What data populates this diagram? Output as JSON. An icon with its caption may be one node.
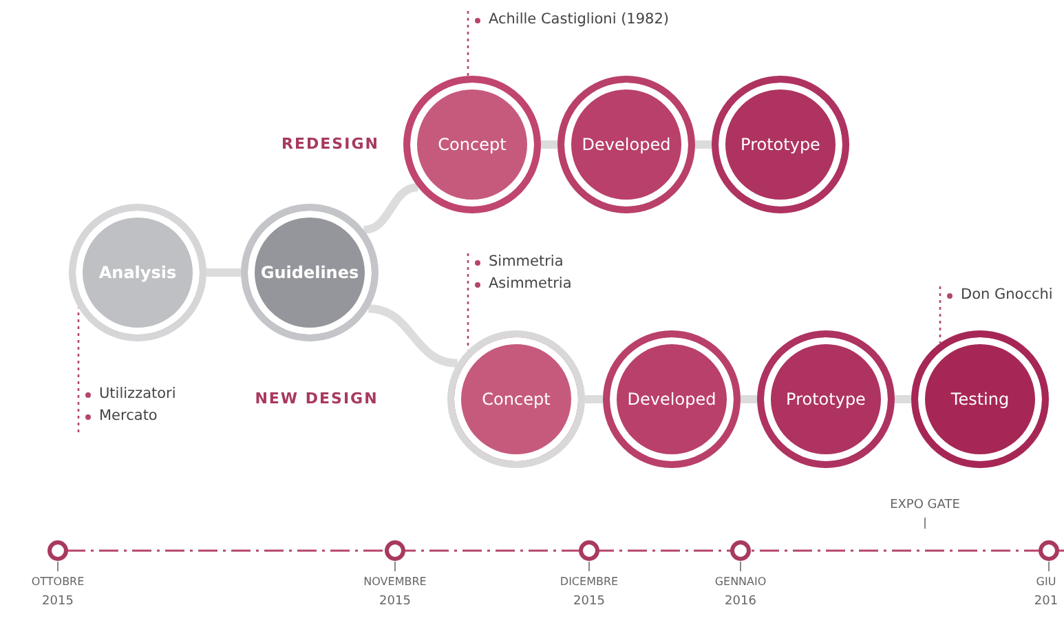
{
  "diagram": {
    "nodes": [
      {
        "text": [
          "Analysis"
        ]
      },
      {
        "text": [
          "Guidelines"
        ]
      },
      {
        "text": [
          "Concept"
        ]
      },
      {
        "text": [
          "Developed"
        ]
      },
      {
        "text": [
          "Prototype"
        ]
      },
      {
        "text": [
          "Concept"
        ]
      },
      {
        "text": [
          "Developed"
        ]
      },
      {
        "text": [
          "Prototype"
        ]
      },
      {
        "text": [
          "Testing"
        ]
      },
      {
        "text": [
          "Achille Castiglioni (1982)"
        ]
      },
      {
        "text": [
          "Simmetria",
          "Asimmetria"
        ]
      },
      {
        "text": [
          "Don Gnocchi"
        ]
      },
      {
        "text": [
          "Utilizzatori",
          "Mercato"
        ]
      }
    ],
    "edges": [
      {
        "from": 0,
        "to": 1,
        "arrow": "none"
      },
      {
        "from": 1,
        "to": 2,
        "arrow": "none"
      },
      {
        "from": 1,
        "to": 5,
        "arrow": "none"
      },
      {
        "from": 2,
        "to": 3,
        "arrow": "none"
      },
      {
        "from": 3,
        "to": 4,
        "arrow": "none"
      },
      {
        "from": 5,
        "to": 6,
        "arrow": "none"
      },
      {
        "from": 6,
        "to": 7,
        "arrow": "none"
      },
      {
        "from": 7,
        "to": 8,
        "arrow": "none"
      },
      {
        "from": 9,
        "to": 2,
        "arrow": "none",
        "style": "dashed",
        "color": "#b5456e"
      },
      {
        "from": 10,
        "to": 5,
        "arrow": "none",
        "style": "dashed",
        "color": "#b5456e"
      },
      {
        "from": 11,
        "to": 8,
        "arrow": "none",
        "style": "dashed",
        "color": "#b5456e"
      },
      {
        "from": 12,
        "to": 0,
        "arrow": "none",
        "style": "dashed",
        "color": "#b5456e"
      }
    ],
    "labels": [
      "REDESIGN",
      "NEW DESIGN",
      "EXPO GATE",
      "OTTOBRE",
      "2015",
      "NOVEMBRE",
      "2015",
      "DICEMBRE",
      "2015",
      "GENNAIO",
      "2016",
      "GIU",
      "201"
    ]
  }
}
